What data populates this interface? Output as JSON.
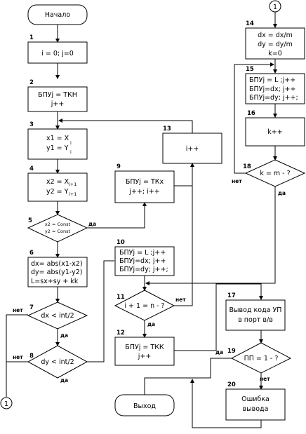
{
  "blocks": {
    "start": "Начало",
    "b1": "i = 0;  j=0",
    "b2a": "БПУj = ТКН",
    "b2b": "j++",
    "b3a": "x1 = X",
    "b3b": "y1 = Y",
    "b3i": "i",
    "b4a": "x2 = X",
    "b4b": "y2 = Y",
    "b4s": "i+1",
    "b5a": "x2 = Const",
    "b5b": "y2 = Const",
    "b6a": "dx= abs(x1-x2)",
    "b6b": "dy= abs(y1-y2)",
    "b6c": "L=sx+sy + kk",
    "b7": "dx < int/2",
    "b8": "dy < int/2",
    "b9a": "БПУj = ТКx",
    "b9b": "j++; i++",
    "b10a": "БПУj = L ;j++",
    "b10b": "БПУj=dx; j++",
    "b10c": "БПУj=dy; j++;",
    "b11": "i + 1 = n - ?",
    "b12a": "БПУj = ТКК",
    "b12b": "j++",
    "b13": "i++",
    "b14a": "dx = dx/m",
    "b14b": "dy = dy/m",
    "b14c": "k=0",
    "b15a": "БПУj = L ;j++",
    "b15b": "БПУj=dx; j++",
    "b15c": "БПУj=dy; j++;",
    "b16": "k++",
    "b18": "k = m - ?",
    "b17a": "Вывод кода УП",
    "b17b": "в порт в/в",
    "b19": "ПП = 1 - ?",
    "b20a": "Ошибка",
    "b20b": "вывода",
    "exit": "Выход"
  },
  "numbers": {
    "n1": "1",
    "n2": "2",
    "n3": "3",
    "n4": "4",
    "n5": "5",
    "n6": "6",
    "n7": "7",
    "n8": "8",
    "n9": "9",
    "n10": "10",
    "n11": "11",
    "n12": "12",
    "n13": "13",
    "n14": "14",
    "n15": "15",
    "n16": "16",
    "n17": "17",
    "n18": "18",
    "n19": "19",
    "n20": "20"
  },
  "connectors": {
    "top_right": "1",
    "bottom_left": "1"
  },
  "labels": {
    "yes": "да",
    "no": "нет"
  }
}
